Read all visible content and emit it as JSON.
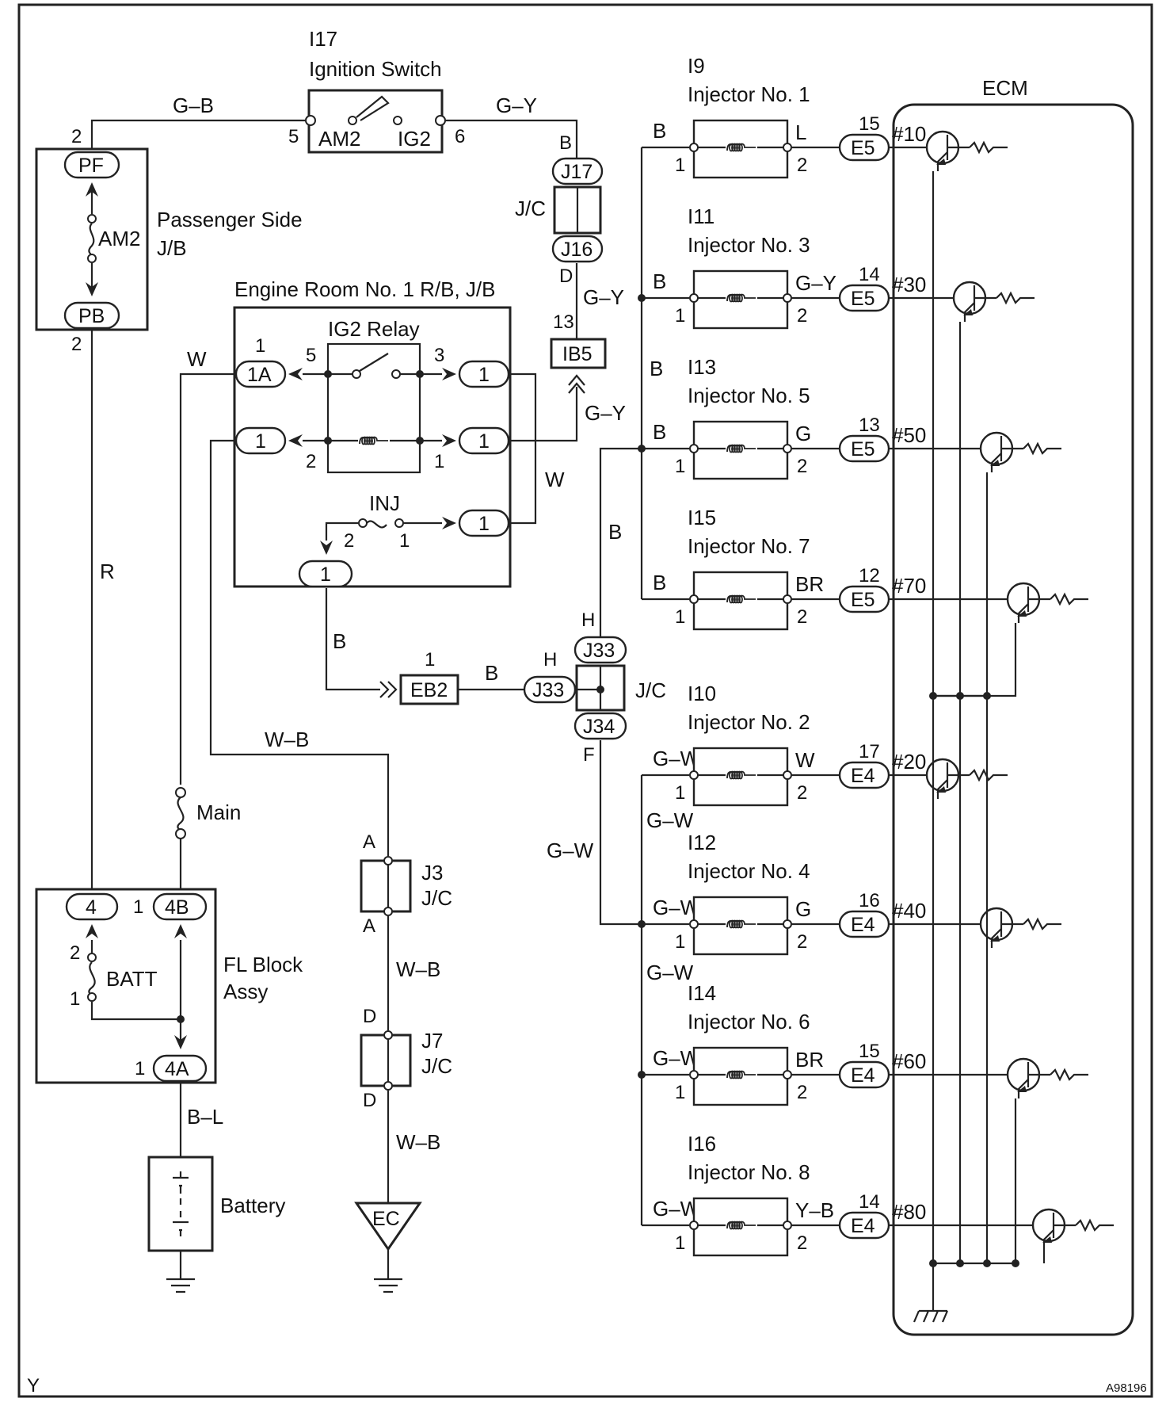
{
  "footer": {
    "left_mark": "Y",
    "code": "A98196"
  },
  "ignition_switch": {
    "id": "I17",
    "name": "Ignition Switch",
    "terminals": [
      "AM2",
      "IG2"
    ],
    "pins": [
      "5",
      "6"
    ]
  },
  "passenger_jb": {
    "name_line1": "Passenger Side",
    "name_line2": "J/B",
    "connectors": [
      "PF",
      "PB"
    ],
    "fuse": "AM2",
    "pins": [
      "2",
      "2"
    ]
  },
  "engine_room_jb": {
    "name": "Engine Room No. 1 R/B, J/B",
    "relay": "IG2 Relay",
    "fuse": "INJ",
    "connectors": [
      "1A",
      "1",
      "1",
      "1",
      "1",
      "1"
    ],
    "pins": [
      "1",
      "5",
      "3",
      "2",
      "1",
      "2",
      "1"
    ]
  },
  "fl_block": {
    "name_line1": "FL Block",
    "name_line2": "Assy",
    "fuse": "BATT",
    "main_fuse": "Main",
    "connectors": [
      "4",
      "4B",
      "4A"
    ],
    "pins": [
      "1",
      "2",
      "1",
      "1"
    ]
  },
  "battery": {
    "label": "Battery"
  },
  "junctions": {
    "j17": "J17",
    "j16": "J16",
    "jc_upper": "J/C",
    "ib5": "IB5",
    "ib5_pin": "13",
    "eb2": "EB2",
    "eb2_pin": "1",
    "j33_a": "J33",
    "j33_b": "J33",
    "j34": "J34",
    "jc_lower": "J/C",
    "j3": "J3",
    "j3_jc": "J/C",
    "j7": "J7",
    "j7_jc": "J/C",
    "ground": "EC"
  },
  "pin_letters": {
    "b": "B",
    "d": "D",
    "h1": "H",
    "h2": "H",
    "f": "F",
    "a1": "A",
    "a2": "A",
    "d1": "D",
    "d2": "D"
  },
  "wires": {
    "gb": "G–B",
    "gy_top": "G–Y",
    "gy_mid": "G–Y",
    "gy_low": "G–Y",
    "w_left": "W",
    "w_right": "W",
    "r": "R",
    "b_down": "B",
    "b_eb2": "B",
    "b_bus": "B",
    "b_mid": "B",
    "wb_top": "W–B",
    "wb_mid": "W–B",
    "wb_low": "W–B",
    "bl": "B–L",
    "gw_mid": "G–W",
    "gw1": "G–W",
    "gw2": "G–W"
  },
  "ecm": {
    "label": "ECM"
  },
  "injectors": [
    {
      "id": "I9",
      "name": "Injector No. 1",
      "in_color": "B",
      "out_color": "L",
      "connector": "E5",
      "pin": "15",
      "ecm_terminal": "#10",
      "pin1": "1",
      "pin2": "2"
    },
    {
      "id": "I11",
      "name": "Injector No. 3",
      "in_color": "B",
      "out_color": "G–Y",
      "connector": "E5",
      "pin": "14",
      "ecm_terminal": "#30",
      "pin1": "1",
      "pin2": "2"
    },
    {
      "id": "I13",
      "name": "Injector No. 5",
      "in_color": "B",
      "out_color": "G",
      "connector": "E5",
      "pin": "13",
      "ecm_terminal": "#50",
      "pin1": "1",
      "pin2": "2"
    },
    {
      "id": "I15",
      "name": "Injector No. 7",
      "in_color": "B",
      "out_color": "BR",
      "connector": "E5",
      "pin": "12",
      "ecm_terminal": "#70",
      "pin1": "1",
      "pin2": "2"
    },
    {
      "id": "I10",
      "name": "Injector No. 2",
      "in_color": "G–W",
      "out_color": "W",
      "connector": "E4",
      "pin": "17",
      "ecm_terminal": "#20",
      "pin1": "1",
      "pin2": "2"
    },
    {
      "id": "I12",
      "name": "Injector No. 4",
      "in_color": "G–W",
      "out_color": "G",
      "connector": "E4",
      "pin": "16",
      "ecm_terminal": "#40",
      "pin1": "1",
      "pin2": "2"
    },
    {
      "id": "I14",
      "name": "Injector No. 6",
      "in_color": "G–W",
      "out_color": "BR",
      "connector": "E4",
      "pin": "15",
      "ecm_terminal": "#60",
      "pin1": "1",
      "pin2": "2"
    },
    {
      "id": "I16",
      "name": "Injector No. 8",
      "in_color": "G–W",
      "out_color": "Y–B",
      "connector": "E4",
      "pin": "14",
      "ecm_terminal": "#80",
      "pin1": "1",
      "pin2": "2"
    }
  ]
}
